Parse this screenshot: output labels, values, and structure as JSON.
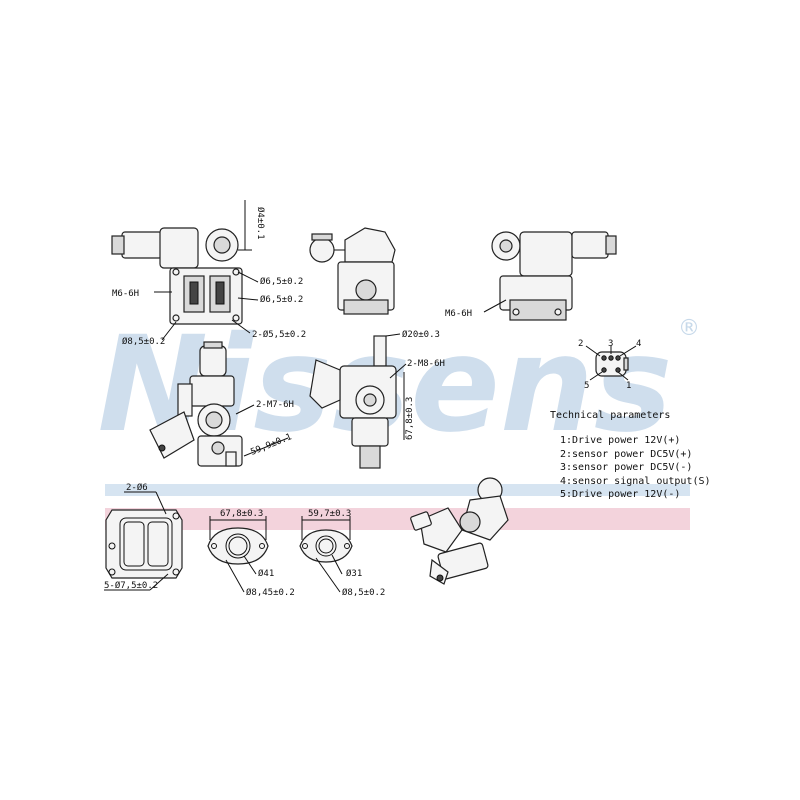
{
  "brand": {
    "watermark": "Nissens",
    "registered_mark": "®",
    "watermark_color": "#c7d9ea",
    "band_blue": "#d6e4f1",
    "band_pink": "#f3d3dc"
  },
  "dimensions": {
    "d4": "Ø4±0.1",
    "d6_5_top": "Ø6,5±0.2",
    "m6_left": "M6-6H",
    "d6_5_mid": "Ø6,5±0.2",
    "d8_5_left": "Ø8,5±0.2",
    "m5_5": "2-Ø5,5±0.2",
    "m6_right": "M6-6H",
    "d20": "Ø20±0.3",
    "m8": "2-M8-6H",
    "m7": "2-M7-6H",
    "d59_9": "59,9±0.1",
    "d67_8v": "67,8±0.3",
    "g2_6": "2-Ø6",
    "g5_7_5": "5-Ø7,5±0.2",
    "g67_8": "67,8±0.3",
    "g41": "Ø41",
    "g8_45": "Ø8,45±0.2",
    "g59_7": "59,7±0.3",
    "g31": "Ø31",
    "g8_5": "Ø8,5±0.2"
  },
  "connector": {
    "pins": [
      "1",
      "2",
      "3",
      "4",
      "5"
    ]
  },
  "technical": {
    "title": "Technical parameters",
    "items": [
      "1:Drive power 12V(+)",
      "2:sensor power DC5V(+)",
      "3:sensor power DC5V(-)",
      "4:sensor signal output(S)",
      "5:Drive power 12V(-)"
    ]
  }
}
